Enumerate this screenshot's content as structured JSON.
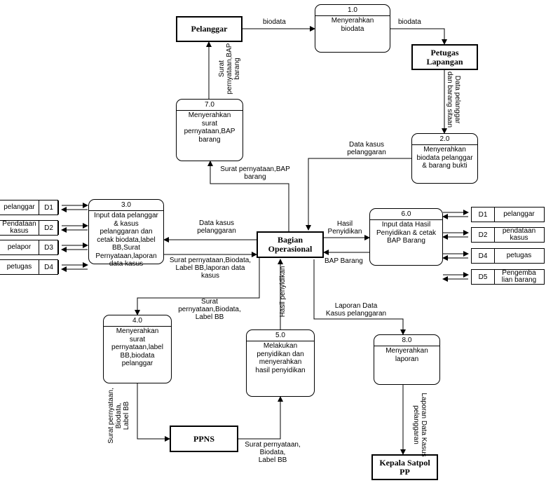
{
  "entities": {
    "pelanggar": "Pelanggar",
    "petugas_lapangan": "Petugas\nLapangan",
    "bagian_operasional": "Bagian\nOperasional",
    "ppns": "PPNS",
    "kepala_satpol": "Kepala Satpol\nPP"
  },
  "processes": [
    {
      "id": "1.0",
      "label": "Menyerahkan\nbiodata"
    },
    {
      "id": "2.0",
      "label": "Menyerahkan\nbiodata pelanggar\n& barang bukti"
    },
    {
      "id": "3.0",
      "label": "Input data pelanggar\n& kasus\npelanggaran dan\ncetak biodata,label\nBB,Surat\nPernyataan,laporan\ndata kasus"
    },
    {
      "id": "4.0",
      "label": "Menyerahkan\nsurat\npernyataan,label\nBB,biodata\npelanggar"
    },
    {
      "id": "5.0",
      "label": "Melakukan\npenyidikan dan\nmenyerahkan\nhasil penyidikan"
    },
    {
      "id": "6.0",
      "label": "Input data Hasil\nPenyidikan & cetak\nBAP Barang"
    },
    {
      "id": "7.0",
      "label": "Menyerahkan\nsurat\npernyataan,BAP\nbarang"
    },
    {
      "id": "8.0",
      "label": "Menyerahkan\nlaporan"
    }
  ],
  "stores_left": [
    {
      "id": "D1",
      "name": "pelanggar"
    },
    {
      "id": "D2",
      "name": "Pendataan\nkasus"
    },
    {
      "id": "D3",
      "name": "pelapor"
    },
    {
      "id": "D4",
      "name": "petugas"
    }
  ],
  "stores_right": [
    {
      "id": "D1",
      "name": "pelanggar"
    },
    {
      "id": "D2",
      "name": "pendataan\nkasus"
    },
    {
      "id": "D4",
      "name": "petugas"
    },
    {
      "id": "D5",
      "name": "Pengemba\nlian barang"
    }
  ],
  "flows": {
    "pelanggar_to_p1": "biodata",
    "p1_to_petugas": "biodata",
    "petugas_to_p2": "Data pelanggar\ndan barang sitaan",
    "p2_to_bagian": "Data kasus\npelanggaran",
    "bagian_to_p7": "Surat pernyataan,BAP\nbarang",
    "p7_to_pelanggar": "Surat\npernyataan,BAP\nbarang",
    "bagian_to_p3": "Data kasus\npelanggaran",
    "p3_to_bagian": "Surat pernyataan,Biodata,\nLabel BB,laporan data\nkasus",
    "bagian_to_p6": "Hasil\nPenyidikan",
    "p6_to_bagian": "BAP Barang",
    "bagian_to_p4": "Surat\npernyataan,Biodata,\nLabel BB",
    "p5_to_bagian": "Hasil penyidikan",
    "bagian_to_p8": "Laporan Data\nKasus pelanggaran",
    "p4_to_ppns": "Surat pernyataan,\nBiodata,\nLabel BB",
    "ppns_to_p5": "Surat pernyataan,\nBiodata,\nLabel BB",
    "p8_to_kepala": "Laporan Data Kasus\npelanggaran"
  }
}
